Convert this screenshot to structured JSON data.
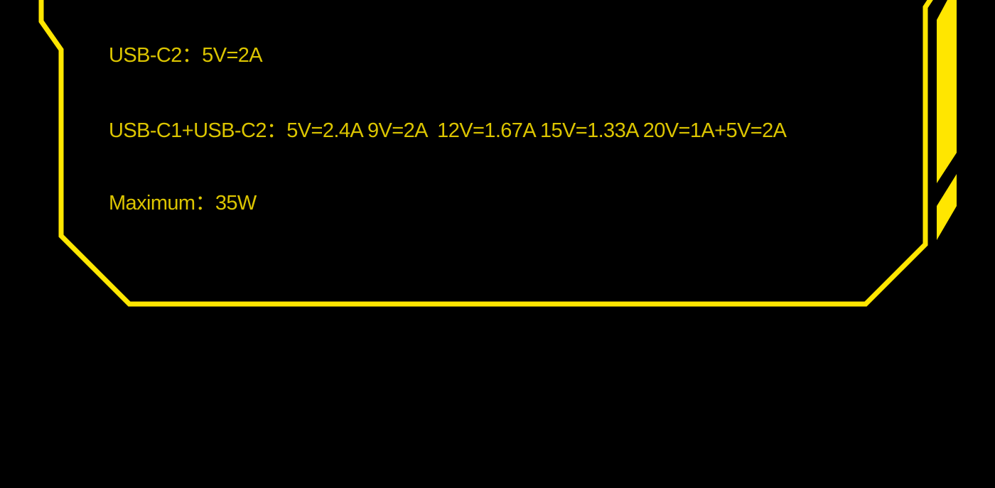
{
  "colors": {
    "frame": "#FFE600",
    "text": "#DCC500",
    "background": "#000000"
  },
  "specs": [
    {
      "label": "USB-C2：",
      "value": "5V=2A"
    },
    {
      "label": "USB-C1+USB-C2：",
      "value": "5V=2.4A 9V=2A  12V=1.67A 15V=1.33A 20V=1A+5V=2A"
    },
    {
      "label": "Maximum：",
      "value": "35W"
    }
  ]
}
